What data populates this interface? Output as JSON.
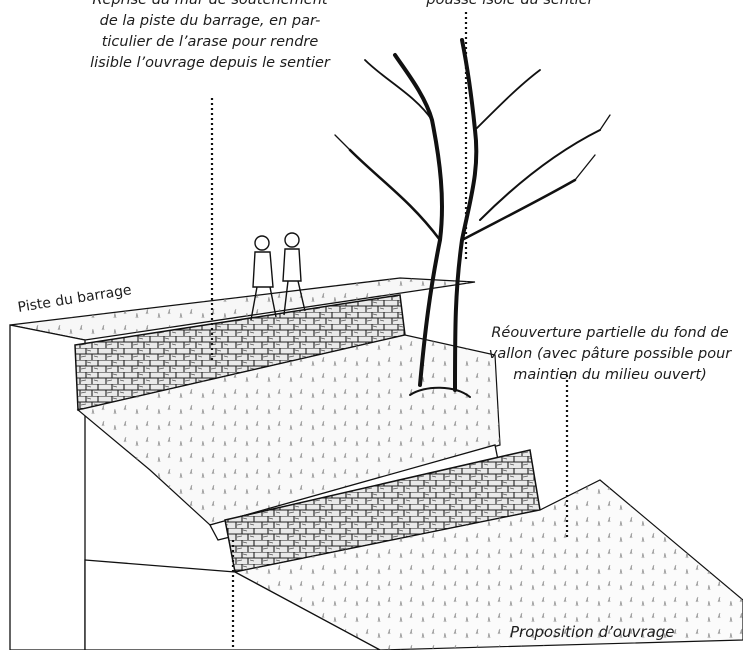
{
  "labels": {
    "top_left_line1": "Reprise du mur de soutènement",
    "top_left_line2": "de la piste du barrage, en par-",
    "top_left_line3": "ticulier de l’arase pour rendre",
    "top_left_line4": "lisible l’ouvrage depuis le sentier",
    "top_right_line1": "pousse isolé du sentier",
    "right_line1": "Réouverture partielle du fond de",
    "right_line2": "vallon (avec pâture possible pour",
    "right_line3": "maintien du milieu ouvert)",
    "piste": "Piste du barrage",
    "bottom_right": "Proposition d’ouvrage"
  }
}
